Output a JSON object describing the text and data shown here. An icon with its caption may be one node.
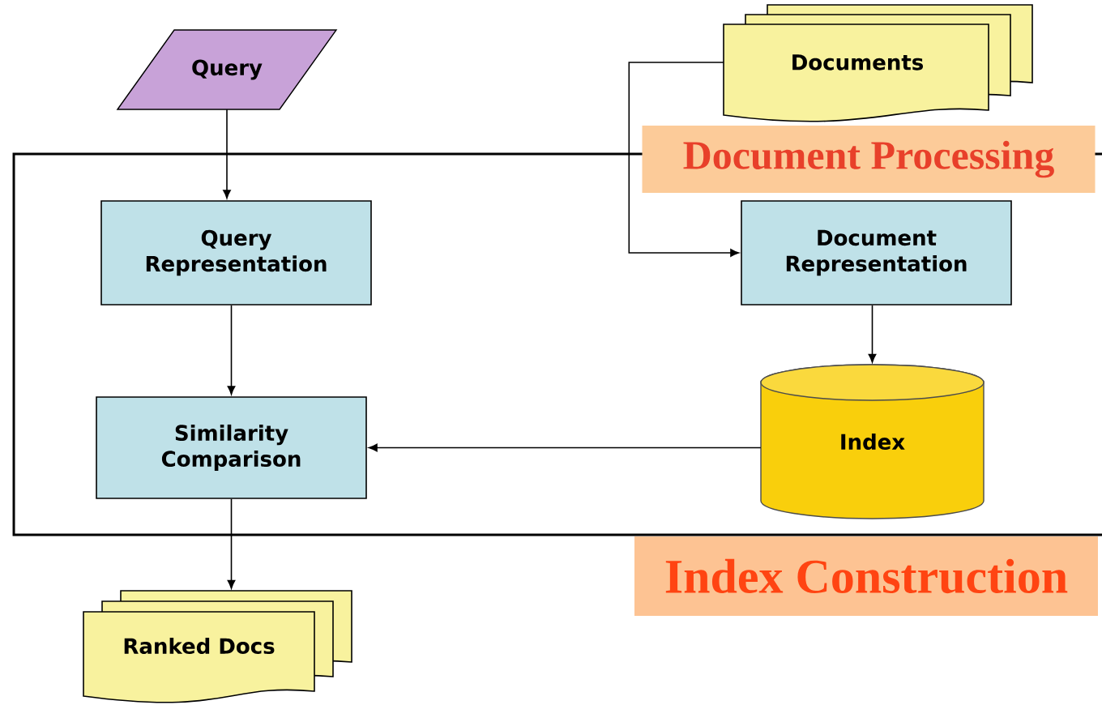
{
  "diagram": {
    "nodes": [
      {
        "text": [
          "Query"
        ]
      },
      {
        "text": [
          "Documents"
        ]
      },
      {
        "text": [],
        "shape": "box"
      },
      {
        "text": [
          "Document Processing"
        ]
      },
      {
        "text": [
          "Query Representation"
        ],
        "in": 2
      },
      {
        "text": [
          "Document Representation"
        ],
        "in": 2
      },
      {
        "text": [
          "Similarity Comparison"
        ],
        "in": 2
      },
      {
        "text": [
          "Index"
        ],
        "in": 2
      },
      {
        "text": [
          "Index Construction"
        ]
      },
      {
        "text": [
          "Ranked Docs"
        ]
      }
    ],
    "edges": [
      {
        "from": 0,
        "to": 4,
        "arrow": "to"
      },
      {
        "from": 1,
        "to": 5,
        "arrow": "to"
      },
      {
        "from": 4,
        "to": 6,
        "arrow": "to"
      },
      {
        "from": 5,
        "to": 7,
        "arrow": "to"
      },
      {
        "from": 7,
        "to": 6,
        "arrow": "to"
      },
      {
        "from": 6,
        "to": 9,
        "arrow": "to"
      }
    ]
  }
}
